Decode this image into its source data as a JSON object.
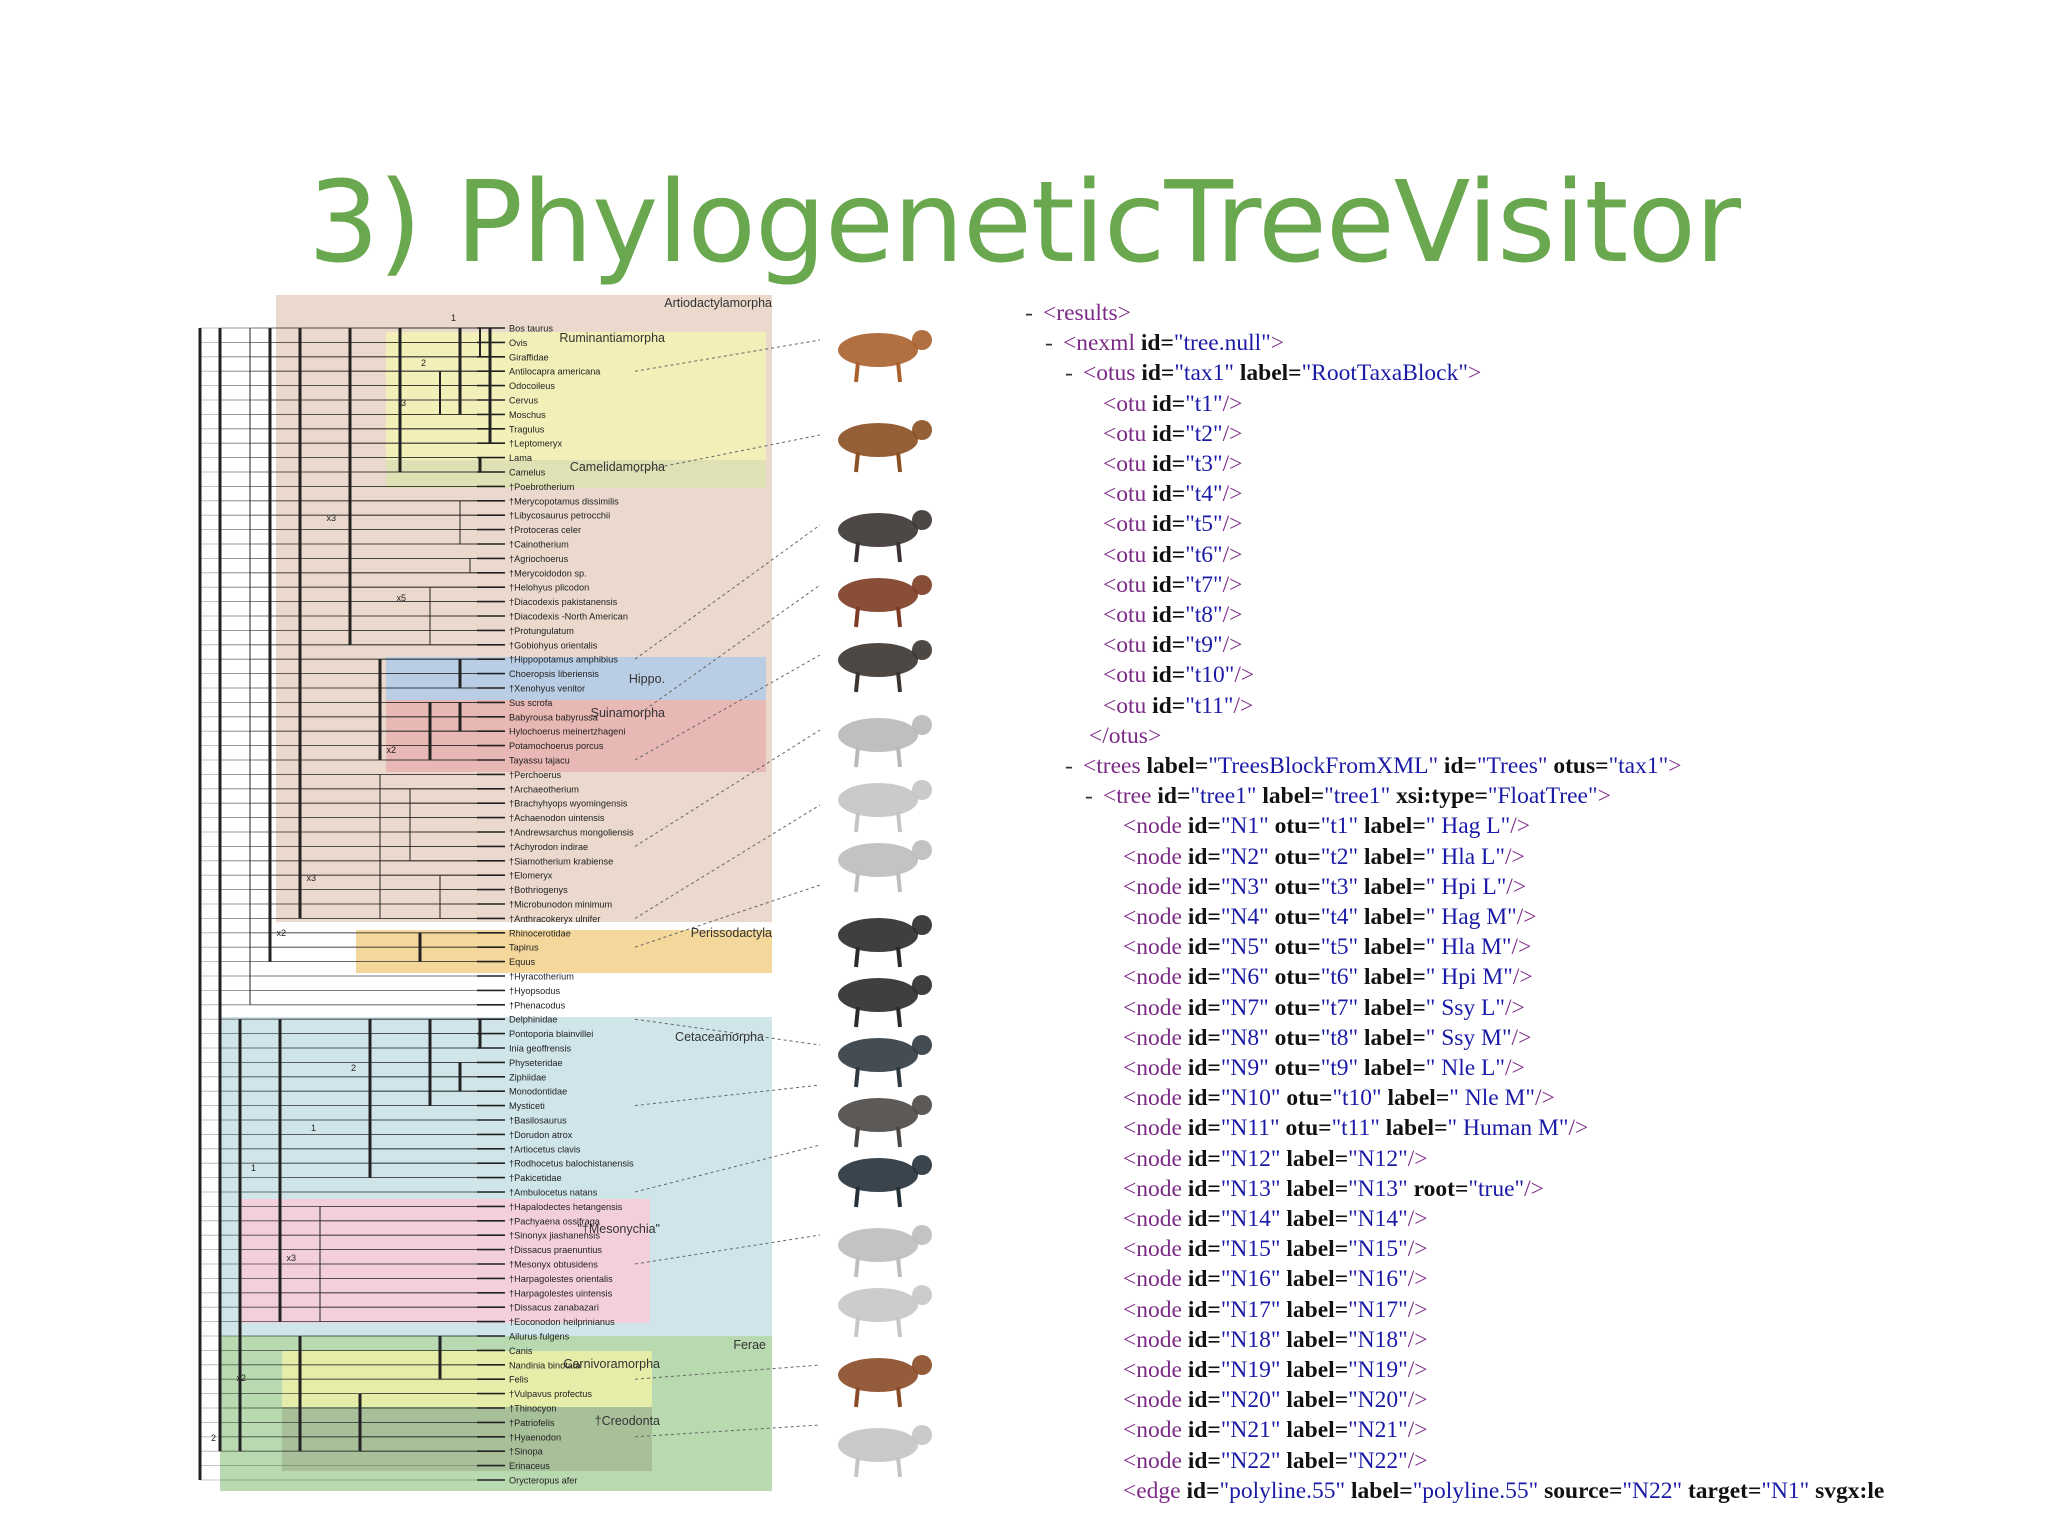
{
  "slide": {
    "title": "3) PhylogeneticTreeVisitor"
  },
  "tree": {
    "group_labels": [
      {
        "key": "artio",
        "text": "Artiodactylamorpha"
      },
      {
        "key": "rumin",
        "text": "Ruminantiamorpha"
      },
      {
        "key": "camel",
        "text": "Camelidamorpha"
      },
      {
        "key": "hippo",
        "text": "Hippo."
      },
      {
        "key": "suina",
        "text": "Suinamorpha"
      },
      {
        "key": "periss",
        "text": "Perissodactyla"
      },
      {
        "key": "ceta",
        "text": "Cetaceamorpha"
      },
      {
        "key": "meso",
        "text": "\"†Mesonychia\""
      },
      {
        "key": "ferae",
        "text": "Ferae"
      },
      {
        "key": "carni",
        "text": "Carnivoramorpha"
      },
      {
        "key": "creo",
        "text": "†Creodonta"
      }
    ],
    "taxa": [
      "Bos taurus",
      "Ovis",
      "Giraffidae",
      "Antilocapra americana",
      "Odocoileus",
      "Cervus",
      "Moschus",
      "Tragulus",
      "†Leptomeryx",
      "Lama",
      "Camelus",
      "†Poebrotherium",
      "†Merycopotamus dissimilis",
      "†Libycosaurus petrocchii",
      "†Protoceras celer",
      "†Cainotherium",
      "†Agriochoerus",
      "†Merycoidodon sp.",
      "†Helohyus plicodon",
      "†Diacodexis pakistanensis",
      "†Diacodexis -North American",
      "†Protungulatum",
      "†Gobiohyus orientalis",
      "†Hippopotamus amphibius",
      "Choeropsis liberiensis",
      "†Xenohyus venitor",
      "Sus scrofa",
      "Babyrousa babyrussa",
      "Hylochoerus meinertzhageni",
      "Potamochoerus porcus",
      "Tayassu tajacu",
      "†Perchoerus",
      "†Archaeotherium",
      "†Brachyhyops wyomingensis",
      "†Achaenodon uintensis",
      "†Andrewsarchus mongoliensis",
      "†Achyrodon indirae",
      "†Siamotherium krabiense",
      "†Elomeryx",
      "†Bothriogenys",
      "†Microbunodon minimum",
      "†Anthracokeryx ulnifer",
      "Rhinocerotidae",
      "Tapirus",
      "Equus",
      "†Hyracotherium",
      "†Hyopsodus",
      "†Phenacodus",
      "Delphinidae",
      "Pontoporia blainvillei",
      "Inia geoffrensis",
      "Physeteridae",
      "Ziphiidae",
      "Monodontidae",
      "Mysticeti",
      "†Basilosaurus",
      "†Dorudon atrox",
      "†Artiocetus clavis",
      "†Rodhocetus balochistanensis",
      "†Pakicetidae",
      "†Ambulocetus natans",
      "†Hapalodectes hetangensis",
      "†Pachyaena ossifraga",
      "†Sinonyx jiashanensis",
      "†Dissacus praenuntius",
      "†Mesonyx obtusidens",
      "†Harpagolestes orientalis",
      "†Harpagolestes uintensis",
      "†Dissacus zanabazari",
      "†Eoconodon heilprinianus",
      "Ailurus fulgens",
      "Canis",
      "Nandinia binotata",
      "Felis",
      "†Vulpavus profectus",
      "†Thinocyon",
      "†Patriofelis",
      "†Hyaenodon",
      "†Sinopa",
      "Erinaceus",
      "Orycteropus afer"
    ],
    "clade_supports": [
      "1",
      "2",
      "3",
      "x3",
      "x5",
      "x2",
      "x3",
      "x2",
      "2",
      "1",
      "1",
      "x3",
      "x2",
      "2"
    ]
  },
  "xml": {
    "lines": [
      {
        "indent": 0,
        "toggle": "-",
        "tag": "<results>",
        "attrs": [],
        "close": ""
      },
      {
        "indent": 1,
        "toggle": "-",
        "tag": "<nexml",
        "attrs": [
          {
            "n": "id",
            "v": "\"tree.null\""
          }
        ],
        "close": ">"
      },
      {
        "indent": 2,
        "toggle": "-",
        "tag": "<otus",
        "attrs": [
          {
            "n": "id",
            "v": "\"tax1\""
          },
          {
            "n": "label",
            "v": "\"RootTaxaBlock\""
          }
        ],
        "close": ">"
      },
      {
        "indent": 3,
        "toggle": "",
        "tag": "<otu",
        "attrs": [
          {
            "n": "id",
            "v": "\"t1\""
          }
        ],
        "close": "/>"
      },
      {
        "indent": 3,
        "toggle": "",
        "tag": "<otu",
        "attrs": [
          {
            "n": "id",
            "v": "\"t2\""
          }
        ],
        "close": "/>"
      },
      {
        "indent": 3,
        "toggle": "",
        "tag": "<otu",
        "attrs": [
          {
            "n": "id",
            "v": "\"t3\""
          }
        ],
        "close": "/>"
      },
      {
        "indent": 3,
        "toggle": "",
        "tag": "<otu",
        "attrs": [
          {
            "n": "id",
            "v": "\"t4\""
          }
        ],
        "close": "/>"
      },
      {
        "indent": 3,
        "toggle": "",
        "tag": "<otu",
        "attrs": [
          {
            "n": "id",
            "v": "\"t5\""
          }
        ],
        "close": "/>"
      },
      {
        "indent": 3,
        "toggle": "",
        "tag": "<otu",
        "attrs": [
          {
            "n": "id",
            "v": "\"t6\""
          }
        ],
        "close": "/>"
      },
      {
        "indent": 3,
        "toggle": "",
        "tag": "<otu",
        "attrs": [
          {
            "n": "id",
            "v": "\"t7\""
          }
        ],
        "close": "/>"
      },
      {
        "indent": 3,
        "toggle": "",
        "tag": "<otu",
        "attrs": [
          {
            "n": "id",
            "v": "\"t8\""
          }
        ],
        "close": "/>"
      },
      {
        "indent": 3,
        "toggle": "",
        "tag": "<otu",
        "attrs": [
          {
            "n": "id",
            "v": "\"t9\""
          }
        ],
        "close": "/>"
      },
      {
        "indent": 3,
        "toggle": "",
        "tag": "<otu",
        "attrs": [
          {
            "n": "id",
            "v": "\"t10\""
          }
        ],
        "close": "/>"
      },
      {
        "indent": 3,
        "toggle": "",
        "tag": "<otu",
        "attrs": [
          {
            "n": "id",
            "v": "\"t11\""
          }
        ],
        "close": "/>"
      },
      {
        "indent": 2.3,
        "toggle": "",
        "tag": "</otus>",
        "attrs": [],
        "close": ""
      },
      {
        "indent": 2,
        "toggle": "-",
        "tag": "<trees",
        "attrs": [
          {
            "n": "label",
            "v": "\"TreesBlockFromXML\""
          },
          {
            "n": "id",
            "v": "\"Trees\""
          },
          {
            "n": "otus",
            "v": "\"tax1\""
          }
        ],
        "close": ">"
      },
      {
        "indent": 3,
        "toggle": "-",
        "tag": "<tree",
        "attrs": [
          {
            "n": "id",
            "v": "\"tree1\""
          },
          {
            "n": "label",
            "v": "\"tree1\""
          },
          {
            "n": "xsi:type",
            "v": "\"FloatTree\""
          }
        ],
        "close": ">"
      },
      {
        "indent": 4,
        "toggle": "",
        "tag": "<node",
        "attrs": [
          {
            "n": "id",
            "v": "\"N1\""
          },
          {
            "n": "otu",
            "v": "\"t1\""
          },
          {
            "n": "label",
            "v": "\" Hag L\""
          }
        ],
        "close": "/>"
      },
      {
        "indent": 4,
        "toggle": "",
        "tag": "<node",
        "attrs": [
          {
            "n": "id",
            "v": "\"N2\""
          },
          {
            "n": "otu",
            "v": "\"t2\""
          },
          {
            "n": "label",
            "v": "\" Hla L\""
          }
        ],
        "close": "/>"
      },
      {
        "indent": 4,
        "toggle": "",
        "tag": "<node",
        "attrs": [
          {
            "n": "id",
            "v": "\"N3\""
          },
          {
            "n": "otu",
            "v": "\"t3\""
          },
          {
            "n": "label",
            "v": "\" Hpi L\""
          }
        ],
        "close": "/>"
      },
      {
        "indent": 4,
        "toggle": "",
        "tag": "<node",
        "attrs": [
          {
            "n": "id",
            "v": "\"N4\""
          },
          {
            "n": "otu",
            "v": "\"t4\""
          },
          {
            "n": "label",
            "v": "\" Hag M\""
          }
        ],
        "close": "/>"
      },
      {
        "indent": 4,
        "toggle": "",
        "tag": "<node",
        "attrs": [
          {
            "n": "id",
            "v": "\"N5\""
          },
          {
            "n": "otu",
            "v": "\"t5\""
          },
          {
            "n": "label",
            "v": "\" Hla M\""
          }
        ],
        "close": "/>"
      },
      {
        "indent": 4,
        "toggle": "",
        "tag": "<node",
        "attrs": [
          {
            "n": "id",
            "v": "\"N6\""
          },
          {
            "n": "otu",
            "v": "\"t6\""
          },
          {
            "n": "label",
            "v": "\" Hpi M\""
          }
        ],
        "close": "/>"
      },
      {
        "indent": 4,
        "toggle": "",
        "tag": "<node",
        "attrs": [
          {
            "n": "id",
            "v": "\"N7\""
          },
          {
            "n": "otu",
            "v": "\"t7\""
          },
          {
            "n": "label",
            "v": "\" Ssy L\""
          }
        ],
        "close": "/>"
      },
      {
        "indent": 4,
        "toggle": "",
        "tag": "<node",
        "attrs": [
          {
            "n": "id",
            "v": "\"N8\""
          },
          {
            "n": "otu",
            "v": "\"t8\""
          },
          {
            "n": "label",
            "v": "\" Ssy M\""
          }
        ],
        "close": "/>"
      },
      {
        "indent": 4,
        "toggle": "",
        "tag": "<node",
        "attrs": [
          {
            "n": "id",
            "v": "\"N9\""
          },
          {
            "n": "otu",
            "v": "\"t9\""
          },
          {
            "n": "label",
            "v": "\" Nle L\""
          }
        ],
        "close": "/>"
      },
      {
        "indent": 4,
        "toggle": "",
        "tag": "<node",
        "attrs": [
          {
            "n": "id",
            "v": "\"N10\""
          },
          {
            "n": "otu",
            "v": "\"t10\""
          },
          {
            "n": "label",
            "v": "\" Nle M\""
          }
        ],
        "close": "/>"
      },
      {
        "indent": 4,
        "toggle": "",
        "tag": "<node",
        "attrs": [
          {
            "n": "id",
            "v": "\"N11\""
          },
          {
            "n": "otu",
            "v": "\"t11\""
          },
          {
            "n": "label",
            "v": "\" Human M\""
          }
        ],
        "close": "/>"
      },
      {
        "indent": 4,
        "toggle": "",
        "tag": "<node",
        "attrs": [
          {
            "n": "id",
            "v": "\"N12\""
          },
          {
            "n": "label",
            "v": "\"N12\""
          }
        ],
        "close": "/>"
      },
      {
        "indent": 4,
        "toggle": "",
        "tag": "<node",
        "attrs": [
          {
            "n": "id",
            "v": "\"N13\""
          },
          {
            "n": "label",
            "v": "\"N13\""
          },
          {
            "n": "root",
            "v": "\"true\""
          }
        ],
        "close": "/>"
      },
      {
        "indent": 4,
        "toggle": "",
        "tag": "<node",
        "attrs": [
          {
            "n": "id",
            "v": "\"N14\""
          },
          {
            "n": "label",
            "v": "\"N14\""
          }
        ],
        "close": "/>"
      },
      {
        "indent": 4,
        "toggle": "",
        "tag": "<node",
        "attrs": [
          {
            "n": "id",
            "v": "\"N15\""
          },
          {
            "n": "label",
            "v": "\"N15\""
          }
        ],
        "close": "/>"
      },
      {
        "indent": 4,
        "toggle": "",
        "tag": "<node",
        "attrs": [
          {
            "n": "id",
            "v": "\"N16\""
          },
          {
            "n": "label",
            "v": "\"N16\""
          }
        ],
        "close": "/>"
      },
      {
        "indent": 4,
        "toggle": "",
        "tag": "<node",
        "attrs": [
          {
            "n": "id",
            "v": "\"N17\""
          },
          {
            "n": "label",
            "v": "\"N17\""
          }
        ],
        "close": "/>"
      },
      {
        "indent": 4,
        "toggle": "",
        "tag": "<node",
        "attrs": [
          {
            "n": "id",
            "v": "\"N18\""
          },
          {
            "n": "label",
            "v": "\"N18\""
          }
        ],
        "close": "/>"
      },
      {
        "indent": 4,
        "toggle": "",
        "tag": "<node",
        "attrs": [
          {
            "n": "id",
            "v": "\"N19\""
          },
          {
            "n": "label",
            "v": "\"N19\""
          }
        ],
        "close": "/>"
      },
      {
        "indent": 4,
        "toggle": "",
        "tag": "<node",
        "attrs": [
          {
            "n": "id",
            "v": "\"N20\""
          },
          {
            "n": "label",
            "v": "\"N20\""
          }
        ],
        "close": "/>"
      },
      {
        "indent": 4,
        "toggle": "",
        "tag": "<node",
        "attrs": [
          {
            "n": "id",
            "v": "\"N21\""
          },
          {
            "n": "label",
            "v": "\"N21\""
          }
        ],
        "close": "/>"
      },
      {
        "indent": 4,
        "toggle": "",
        "tag": "<node",
        "attrs": [
          {
            "n": "id",
            "v": "\"N22\""
          },
          {
            "n": "label",
            "v": "\"N22\""
          }
        ],
        "close": "/>"
      },
      {
        "indent": 4,
        "toggle": "",
        "tag": "<edge",
        "attrs": [
          {
            "n": "id",
            "v": "\"polyline.55\""
          },
          {
            "n": "label",
            "v": "\"polyline.55\""
          },
          {
            "n": "source",
            "v": "\"N22\""
          },
          {
            "n": "target",
            "v": "\"N1\""
          },
          {
            "n": "svgx:length",
            "v": "="
          }
        ],
        "close": ""
      }
    ]
  }
}
